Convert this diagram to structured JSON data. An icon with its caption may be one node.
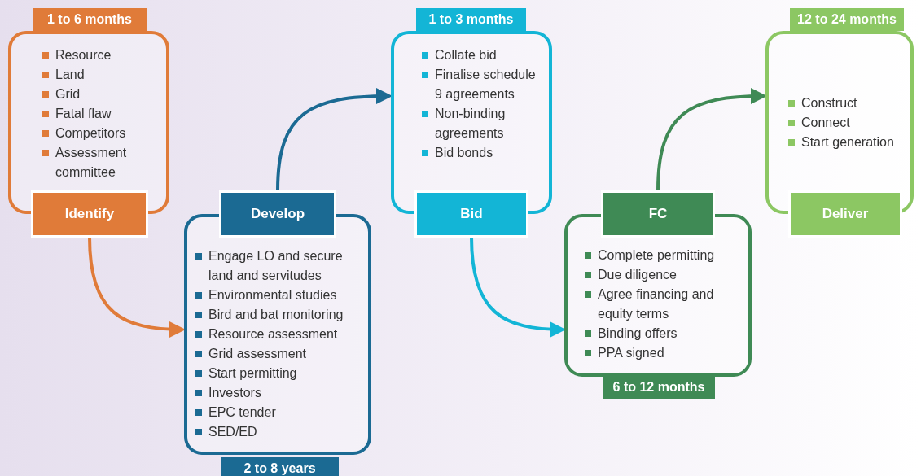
{
  "diagram": {
    "nodes": [
      {
        "text": [
          "Resource",
          "Land",
          "Grid",
          "Fatal flaw",
          "Competitors",
          "Assessment committee",
          "Identify"
        ],
        "beside": [
          "1 to 6 months"
        ]
      },
      {
        "text": [
          "Develop",
          "Engage LO and secure land and servitudes",
          "Environmental studies",
          "Bird and bat monitoring",
          "Resource assessment",
          "Grid assessment",
          "Start permitting",
          "Investors",
          "EPC tender",
          "SED/ED"
        ],
        "beside": [
          "2 to 8 years"
        ]
      },
      {
        "text": [
          "Collate bid",
          "Finalise schedule 9 agreements",
          "Non-binding agreements",
          "Bid bonds",
          "Bid"
        ],
        "beside": [
          "1 to 3 months"
        ]
      },
      {
        "text": [
          "FC",
          "Complete permitting",
          "Due diligence",
          "Agree financing and equity terms",
          "Binding offers",
          "PPA signed"
        ],
        "beside": [
          "6 to 12 months"
        ]
      },
      {
        "text": [
          "Construct",
          "Connect",
          "Start generation",
          "Deliver"
        ],
        "beside": [
          "12 to 24 months"
        ]
      }
    ],
    "edges": [
      {
        "from": 0,
        "to": 1,
        "arrow": "to",
        "color": "#e07b39"
      },
      {
        "from": 1,
        "to": 2,
        "arrow": "to",
        "color": "#1b6a93"
      },
      {
        "from": 2,
        "to": 3,
        "arrow": "to",
        "color": "#13b5d6"
      },
      {
        "from": 3,
        "to": 4,
        "arrow": "to",
        "color": "#3f8a55"
      }
    ]
  }
}
